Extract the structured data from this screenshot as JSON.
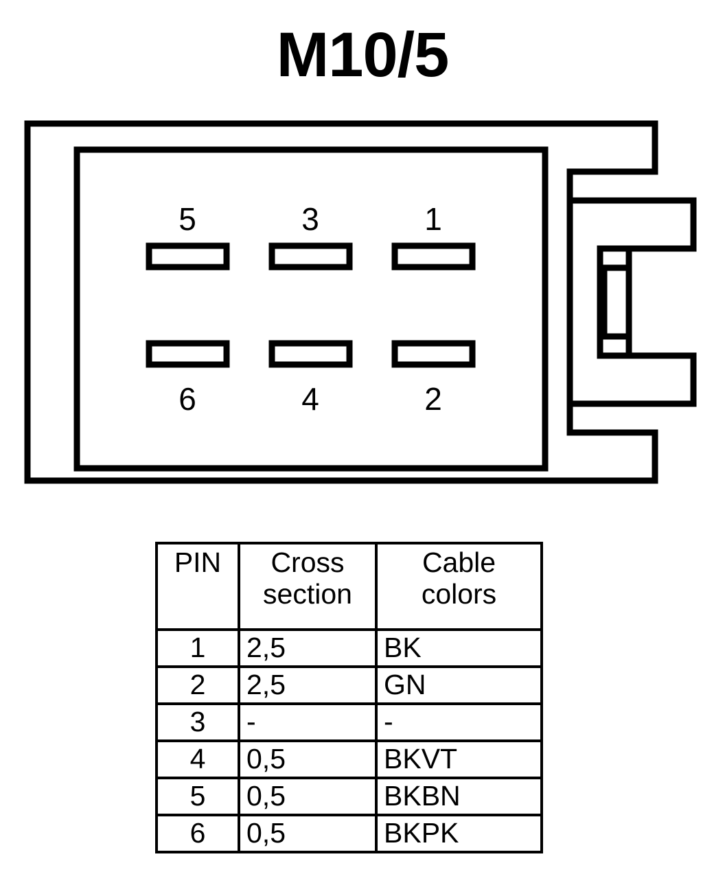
{
  "title": "M10/5",
  "connector": {
    "name": "connector-diagram",
    "pins_top": [
      {
        "number": "5"
      },
      {
        "number": "3"
      },
      {
        "number": "1"
      }
    ],
    "pins_bottom": [
      {
        "number": "6"
      },
      {
        "number": "4"
      },
      {
        "number": "2"
      }
    ],
    "line_color": "#000000",
    "fill_color": "#ffffff"
  },
  "table": {
    "headers": {
      "pin": "PIN",
      "cross_line1": "Cross",
      "cross_line2": "section",
      "color_line1": "Cable",
      "color_line2": "colors"
    },
    "rows": [
      {
        "pin": "1",
        "cross_section": "2,5",
        "cable_colors": "BK"
      },
      {
        "pin": "2",
        "cross_section": "2,5",
        "cable_colors": "GN"
      },
      {
        "pin": "3",
        "cross_section": "-",
        "cable_colors": "-"
      },
      {
        "pin": "4",
        "cross_section": "0,5",
        "cable_colors": "BKVT"
      },
      {
        "pin": "5",
        "cross_section": "0,5",
        "cable_colors": "BKBN"
      },
      {
        "pin": "6",
        "cross_section": "0,5",
        "cable_colors": "BKPK"
      }
    ]
  }
}
